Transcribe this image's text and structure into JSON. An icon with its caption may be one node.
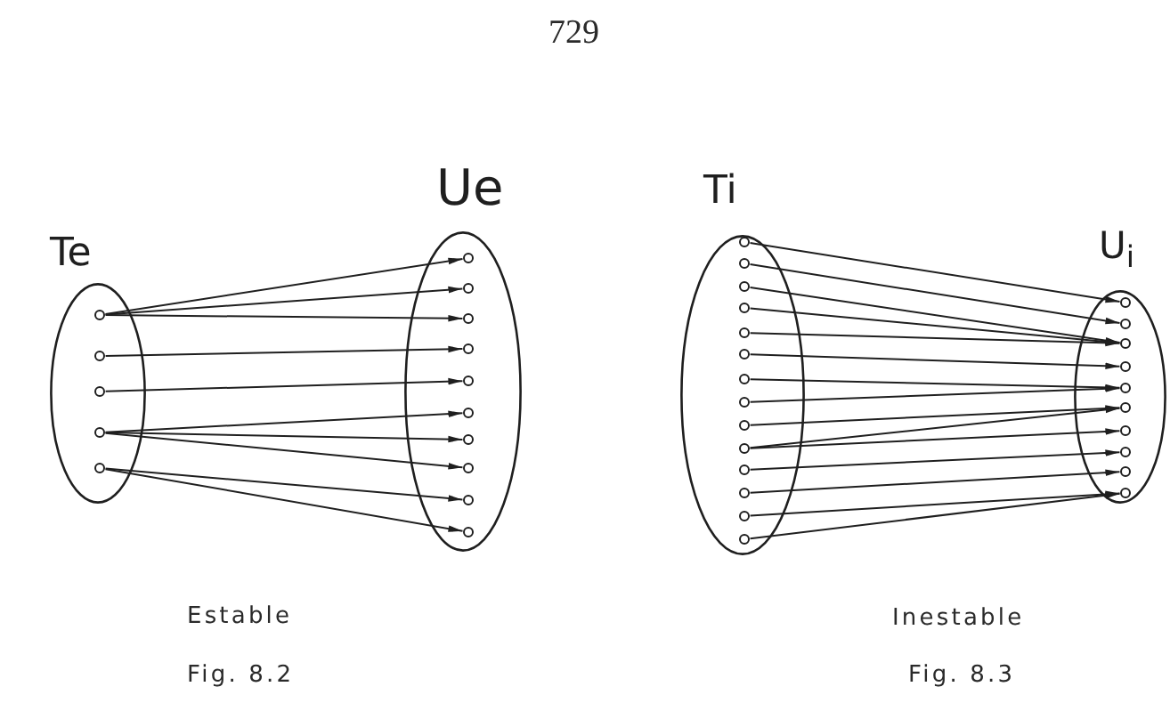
{
  "diagram": {
    "nodes": [
      {
        "text": [
          "Te"
        ]
      },
      {
        "text": [],
        "shape": "circle",
        "in": 0
      },
      {
        "text": [],
        "shape": "circle",
        "in": 0
      },
      {
        "text": [],
        "shape": "circle",
        "in": 0
      },
      {
        "text": [],
        "shape": "circle",
        "in": 0
      },
      {
        "text": [],
        "shape": "circle",
        "in": 0
      },
      {
        "text": [
          "Ue"
        ]
      },
      {
        "text": [],
        "shape": "circle",
        "in": 6
      },
      {
        "text": [],
        "shape": "circle",
        "in": 6
      },
      {
        "text": [],
        "shape": "circle",
        "in": 6
      },
      {
        "text": [],
        "shape": "circle",
        "in": 6
      },
      {
        "text": [],
        "shape": "circle",
        "in": 6
      },
      {
        "text": [],
        "shape": "circle",
        "in": 6
      },
      {
        "text": [],
        "shape": "circle",
        "in": 6
      },
      {
        "text": [],
        "shape": "circle",
        "in": 6
      },
      {
        "text": [],
        "shape": "circle",
        "in": 6
      },
      {
        "text": [],
        "shape": "circle",
        "in": 6
      },
      {
        "text": [
          "Ti"
        ]
      },
      {
        "text": [],
        "shape": "circle",
        "in": 17
      },
      {
        "text": [],
        "shape": "circle",
        "in": 17
      },
      {
        "text": [],
        "shape": "circle",
        "in": 17
      },
      {
        "text": [],
        "shape": "circle",
        "in": 17
      },
      {
        "text": [],
        "shape": "circle",
        "in": 17
      },
      {
        "text": [],
        "shape": "circle",
        "in": 17
      },
      {
        "text": [],
        "shape": "circle",
        "in": 17
      },
      {
        "text": [],
        "shape": "circle",
        "in": 17
      },
      {
        "text": [],
        "shape": "circle",
        "in": 17
      },
      {
        "text": [],
        "shape": "circle",
        "in": 17
      },
      {
        "text": [],
        "shape": "circle",
        "in": 17
      },
      {
        "text": [],
        "shape": "circle",
        "in": 17
      },
      {
        "text": [],
        "shape": "circle",
        "in": 17
      },
      {
        "text": [],
        "shape": "circle",
        "in": 17
      },
      {
        "text": [
          "U$_{i}$"
        ]
      },
      {
        "text": [],
        "shape": "circle",
        "in": 32
      },
      {
        "text": [],
        "shape": "circle",
        "in": 32
      },
      {
        "text": [],
        "shape": "circle",
        "in": 32
      },
      {
        "text": [],
        "shape": "circle",
        "in": 32
      },
      {
        "text": [],
        "shape": "circle",
        "in": 32
      },
      {
        "text": [],
        "shape": "circle",
        "in": 32
      },
      {
        "text": [],
        "shape": "circle",
        "in": 32
      },
      {
        "text": [],
        "shape": "circle",
        "in": 32
      },
      {
        "text": [],
        "shape": "circle",
        "in": 32
      },
      {
        "text": [],
        "shape": "circle",
        "in": 32
      }
    ],
    "edges": [
      {
        "from": 1,
        "to": 7,
        "arrow": "to"
      },
      {
        "from": 1,
        "to": 8,
        "arrow": "to"
      },
      {
        "from": 1,
        "to": 9,
        "arrow": "to"
      },
      {
        "from": 2,
        "to": 10,
        "arrow": "to"
      },
      {
        "from": 3,
        "to": 11,
        "arrow": "to"
      },
      {
        "from": 4,
        "to": 12,
        "arrow": "to"
      },
      {
        "from": 4,
        "to": 13,
        "arrow": "to"
      },
      {
        "from": 4,
        "to": 14,
        "arrow": "to"
      },
      {
        "from": 5,
        "to": 15,
        "arrow": "to"
      },
      {
        "from": 5,
        "to": 16,
        "arrow": "to"
      },
      {
        "from": 18,
        "to": 33,
        "arrow": "to"
      },
      {
        "from": 19,
        "to": 34,
        "arrow": "to"
      },
      {
        "from": 20,
        "to": 35,
        "arrow": "to"
      },
      {
        "from": 21,
        "to": 35,
        "arrow": "to"
      },
      {
        "from": 22,
        "to": 35,
        "arrow": "to"
      },
      {
        "from": 23,
        "to": 36,
        "arrow": "to"
      },
      {
        "from": 24,
        "to": 37,
        "arrow": "to"
      },
      {
        "from": 25,
        "to": 37,
        "arrow": "to"
      },
      {
        "from": 26,
        "to": 38,
        "arrow": "to"
      },
      {
        "from": 27,
        "to": 38,
        "arrow": "to"
      },
      {
        "from": 27,
        "to": 39,
        "arrow": "to"
      },
      {
        "from": 28,
        "to": 40,
        "arrow": "to"
      },
      {
        "from": 29,
        "to": 41,
        "arrow": "to"
      },
      {
        "from": 30,
        "to": 42,
        "arrow": "to"
      },
      {
        "from": 31,
        "to": 42,
        "arrow": "to"
      }
    ],
    "labels": [
      "729",
      "Estable",
      "Fig. 8.2",
      "Inestable",
      "Fig. 8.3"
    ]
  }
}
